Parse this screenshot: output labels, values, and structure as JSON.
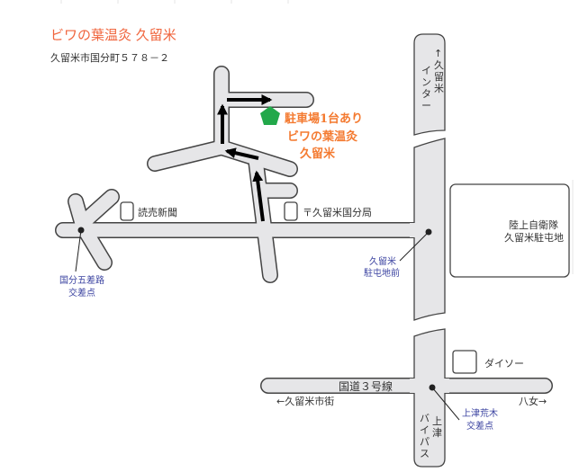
{
  "title": "ビワの葉温灸 久留米",
  "address": "久留米市国分町５７８－２",
  "colors": {
    "title": "#f0643c",
    "destination": "#f47a30",
    "marker": "#22a84a",
    "road": "#e6e6e8",
    "intersection_label": "#3a42a0"
  },
  "destination": {
    "line1": "駐車場1台あり",
    "line2": "ビワの葉温灸",
    "line3": "久留米",
    "icon": "green-pentagon-marker"
  },
  "landmarks": {
    "yomiuri": "読売新聞",
    "post_office": "〒久留米国分局",
    "jsdf_line1": "陸上自衛隊",
    "jsdf_line2": "久留米駐屯地",
    "daiso": "ダイソー"
  },
  "roads": {
    "route3": "国道３号線",
    "to_city": "←久留米市街",
    "to_yame": "八女→",
    "to_ic": [
      "↑",
      "久",
      "留",
      "米"
    ],
    "to_ic2": [
      "イ",
      "ン",
      "タ",
      "ー"
    ],
    "bypass1": [
      "上",
      "津"
    ],
    "bypass2": [
      "バ",
      "イ",
      "パ",
      "ス"
    ]
  },
  "intersections": {
    "kokubu_line1": "国分五差路",
    "kokubu_line2": "交差点",
    "chutonchi_line1": "久留米",
    "chutonchi_line2": "駐屯地前",
    "kamitsu_line1": "上津荒木",
    "kamitsu_line2": "交差点"
  }
}
